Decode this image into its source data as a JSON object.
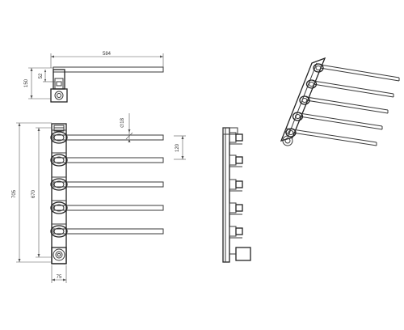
{
  "dimensions": {
    "overall_width": "584",
    "depth_150": "150",
    "depth_52": "52",
    "tube_diameter": "∅18",
    "bar_spacing": "120",
    "overall_height": "705",
    "mount_height": "670",
    "base_width": "75"
  }
}
